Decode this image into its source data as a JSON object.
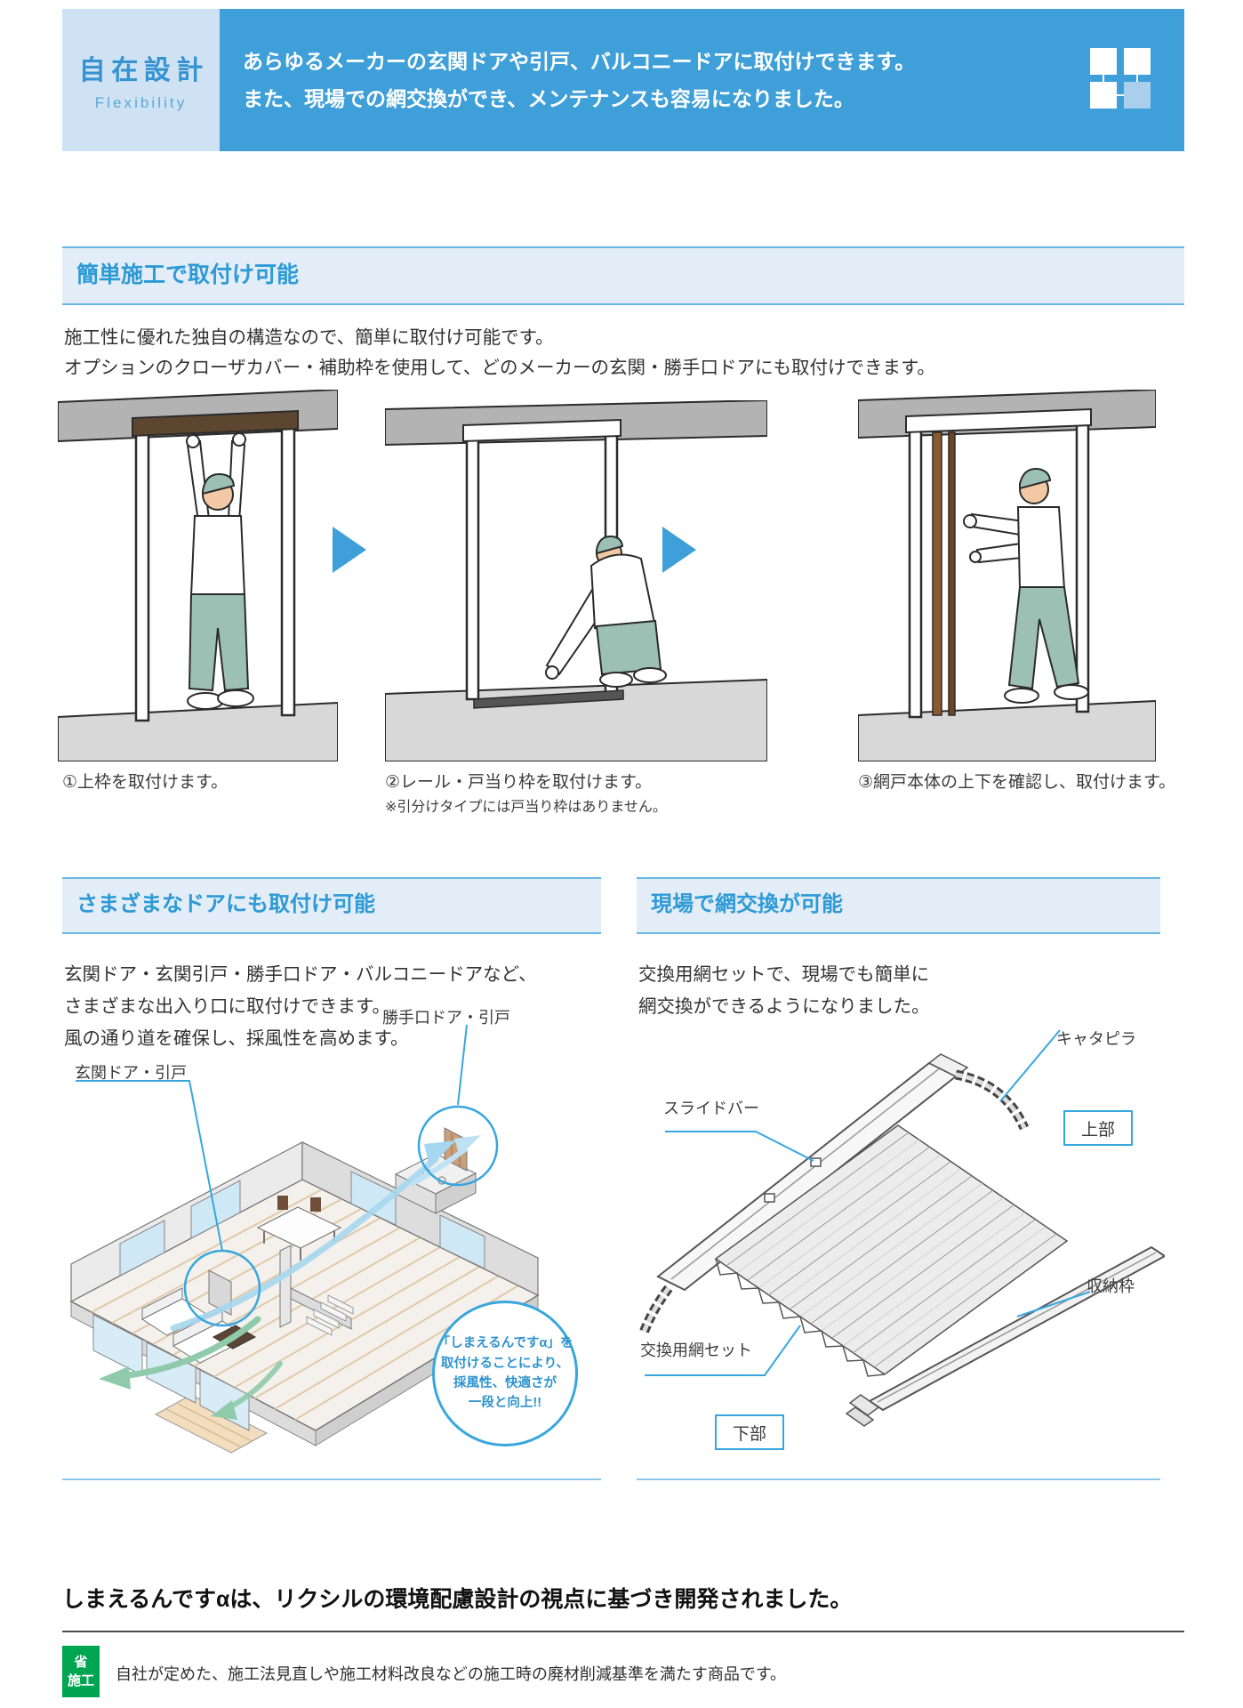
{
  "colors": {
    "header_blue": "#3f9fd8",
    "header_panel_light": "#cfe2f3",
    "band_bg": "#e3edf7",
    "band_border": "#67b7e4",
    "title_blue": "#2d9ad6",
    "accent_blue": "#38a6de",
    "badge_green": "#00a551"
  },
  "header": {
    "tag_title": "自在設計",
    "tag_subtitle": "Flexibility",
    "message_line1": "あらゆるメーカーの玄関ドアや引戸、バルコニードアに取付けできます。",
    "message_line2": "また、現場での網交換ができ、メンテナンスも容易になりました。"
  },
  "install_section": {
    "title": "簡単施工で取付け可能",
    "intro_line1": "施工性に優れた独自の構造なので、簡単に取付け可能です。",
    "intro_line2": "オプションのクローザカバー・補助枠を使用して、どのメーカーの玄関・勝手口ドアにも取付けできます。",
    "steps": [
      {
        "caption": "①上枠を取付けます。",
        "note": ""
      },
      {
        "caption": "②レール・戸当り枠を取付けます。",
        "note": "※引分けタイプには戸当り枠はありません。"
      },
      {
        "caption": "③網戸本体の上下を確認し、取付けます。",
        "note": ""
      }
    ]
  },
  "doors_section": {
    "title": "さまざまなドアにも取付け可能",
    "body_line1": "玄関ドア・玄関引戸・勝手口ドア・バルコニードアなど、",
    "body_line2": "さまざまな出入り口に取付けできます。",
    "body_line3": "風の通り道を確保し、採風性を高めます。",
    "label_entrance": "玄関ドア・引戸",
    "label_kitchen": "勝手口ドア・引戸",
    "callout_line1": "「しまえるんですα」を",
    "callout_line2": "取付けることにより、",
    "callout_line3": "採風性、快適さが",
    "callout_line4": "一段と向上!!"
  },
  "net_section": {
    "title": "現場で網交換が可能",
    "body_line1": "交換用網セットで、現場でも簡単に",
    "body_line2": "網交換ができるようになりました。",
    "label_slide_bar": "スライドバー",
    "label_caterpillar": "キャタピラ",
    "label_top": "上部",
    "label_storage_frame": "収納枠",
    "label_net_set": "交換用網セット",
    "label_bottom": "下部"
  },
  "footer": {
    "heading": "しまえるんですαは、リクシルの環境配慮設計の視点に基づき開発されました。",
    "badge_line1": "省",
    "badge_line2": "施工",
    "note": "自社が定めた、施工法見直しや施工材料改良などの施工時の廃材削減基準を満たす商品です。"
  }
}
